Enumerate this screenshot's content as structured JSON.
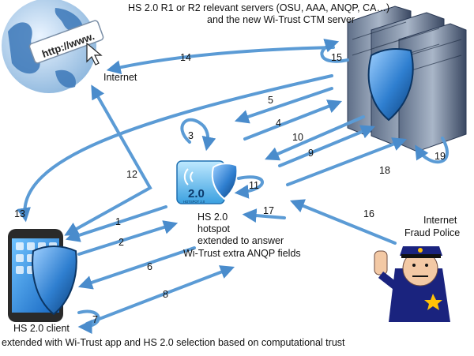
{
  "labels": {
    "server_line1": "HS 2.0 R1 or R2 relevant servers (OSU, AAA, ANQP, CA…)",
    "server_line2": "and the new Wi-Trust CTM server",
    "internet": "Internet",
    "hotspot_line1": "HS 2.0",
    "hotspot_line2": "hotspot",
    "hotspot_line3": "extended to answer",
    "hotspot_line4": "Wi-Trust extra ANQP fields",
    "police_line1": "Internet",
    "police_line2": "Fraud Police",
    "client_line1": "HS 2.0 client",
    "client_line2": "extended with Wi-Trust app and HS 2.0 selection based on computational trust"
  },
  "hotspot_badge": {
    "big": "2.0",
    "small": "HOTSPOT 2.0"
  },
  "globe_url": "http://www.",
  "arrow_numbers": [
    "1",
    "2",
    "3",
    "4",
    "5",
    "6",
    "7",
    "8",
    "9",
    "10",
    "11",
    "12",
    "13",
    "14",
    "15",
    "16",
    "17",
    "18",
    "19"
  ],
  "colors": {
    "arrow": "#5b9bd5",
    "arrow_dark": "#2e75b6",
    "shield": "#1f6fbf",
    "server": "#2b3a55"
  }
}
